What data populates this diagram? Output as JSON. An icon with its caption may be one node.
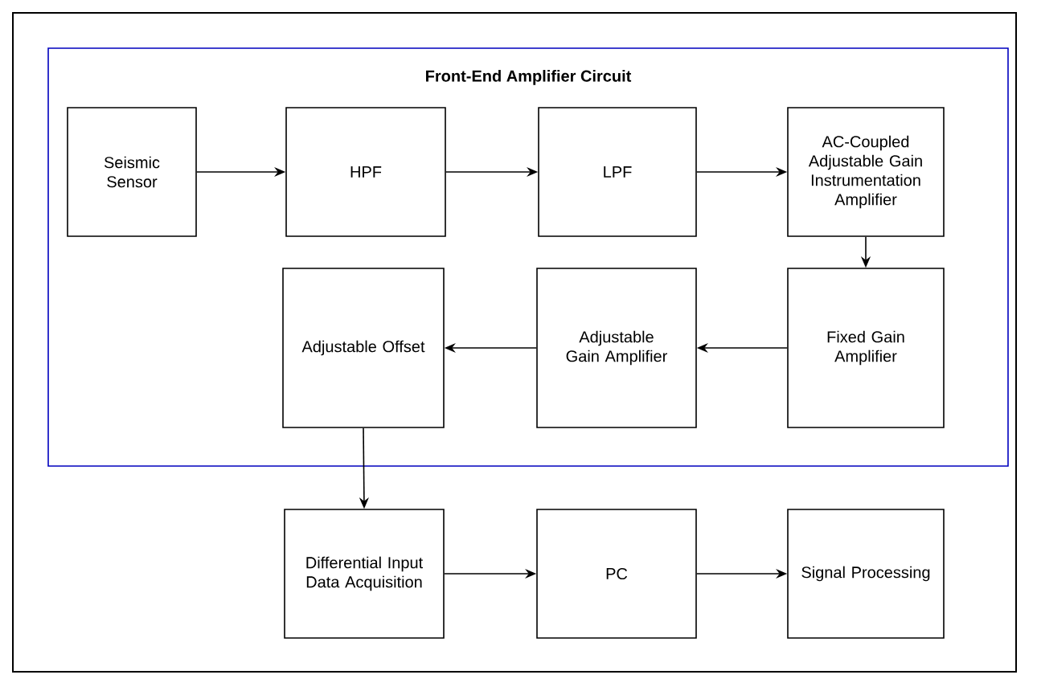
{
  "diagram": {
    "nodes": [
      {
        "text": [
          "Front-End Amplifier Circuit"
        ]
      },
      {
        "text": [
          "Seismic Sensor"
        ],
        "in": 0
      },
      {
        "text": [
          "HPF"
        ],
        "in": 0
      },
      {
        "text": [
          "LPF"
        ],
        "in": 0
      },
      {
        "text": [
          "AC-Coupled Adjustable Gain Instrumentation Amplifier"
        ],
        "in": 0
      },
      {
        "text": [
          "Adjustable Offset"
        ],
        "in": 0
      },
      {
        "text": [
          "Adjustable Gain Amplifier"
        ],
        "in": 0
      },
      {
        "text": [
          "Fixed Gain Amplifier"
        ],
        "in": 0
      },
      {
        "text": [
          "Differential Input Data Acquisition"
        ]
      },
      {
        "text": [
          "PC"
        ]
      },
      {
        "text": [
          "Signal Processing"
        ]
      }
    ],
    "edges": [
      {
        "from": 1,
        "to": 2,
        "arrow": "to"
      },
      {
        "from": 2,
        "to": 3,
        "arrow": "to"
      },
      {
        "from": 3,
        "to": 4,
        "arrow": "to"
      },
      {
        "from": 4,
        "to": 7,
        "arrow": "to"
      },
      {
        "from": 7,
        "to": 6,
        "arrow": "to"
      },
      {
        "from": 6,
        "to": 5,
        "arrow": "to"
      },
      {
        "from": 5,
        "to": 8,
        "arrow": "to"
      },
      {
        "from": 8,
        "to": 9,
        "arrow": "to"
      },
      {
        "from": 9,
        "to": 10,
        "arrow": "to"
      }
    ]
  }
}
